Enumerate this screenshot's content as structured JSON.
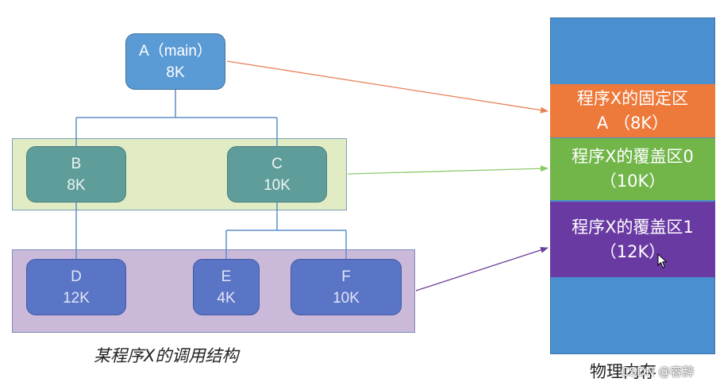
{
  "tree": {
    "nodes": {
      "a": {
        "name": "A（main）",
        "size": "8K"
      },
      "b": {
        "name": "B",
        "size": "8K"
      },
      "c": {
        "name": "C",
        "size": "10K"
      },
      "d": {
        "name": "D",
        "size": "12K"
      },
      "e": {
        "name": "E",
        "size": "4K"
      },
      "f": {
        "name": "F",
        "size": "10K"
      }
    },
    "caption": "某程序X的调用结构"
  },
  "memory": {
    "label": "物理内存",
    "segments": {
      "fixed": {
        "title": "程序X的固定区",
        "detail": "A （8K）"
      },
      "overlay0": {
        "title": "程序X的覆盖区0",
        "detail": "（10K）"
      },
      "overlay1": {
        "title": "程序X的覆盖区1",
        "detail": "（12K）"
      }
    }
  },
  "colors": {
    "arrow_fixed": "#e8825a",
    "arrow_overlay0": "#8ccb6a",
    "arrow_overlay1": "#6b3f9a"
  },
  "watermark": "CSDN @容辞"
}
